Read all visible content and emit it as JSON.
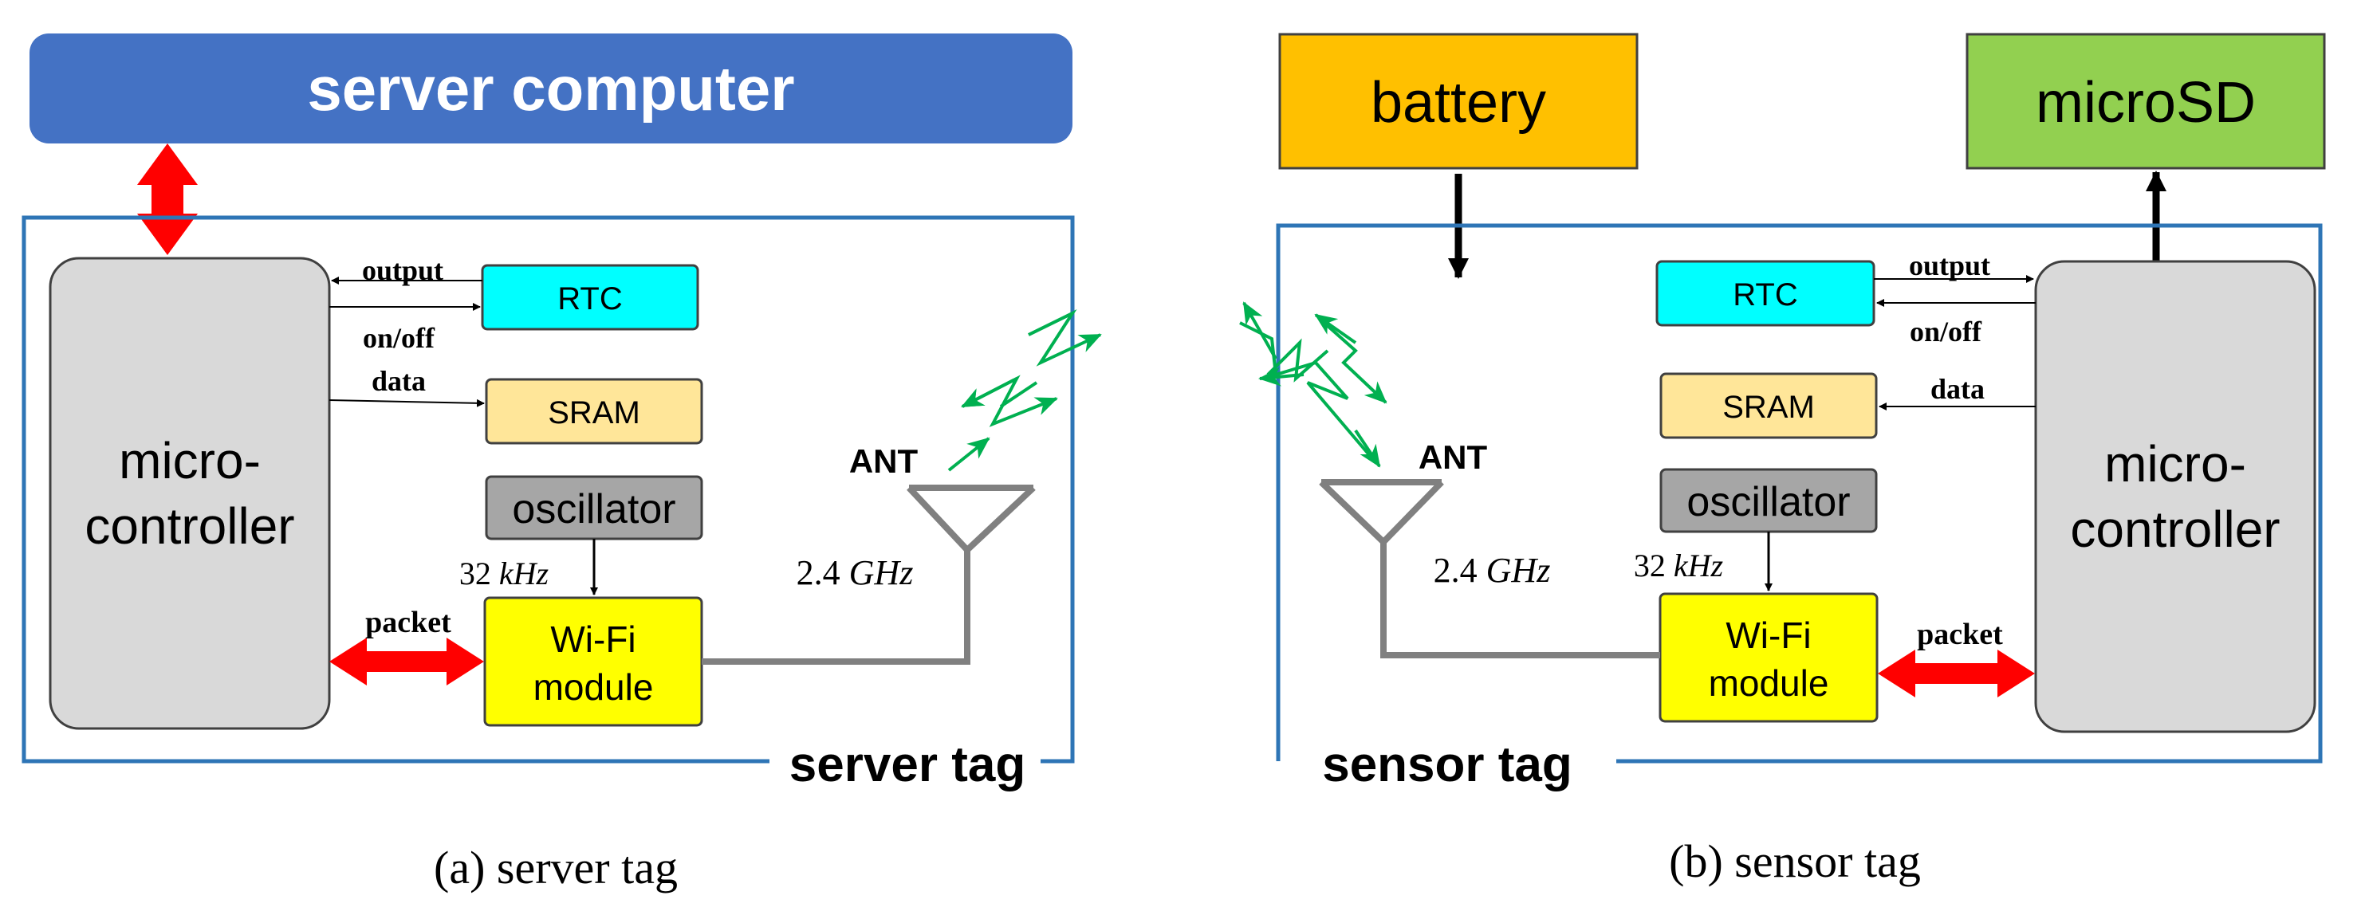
{
  "server_panel": {
    "server_computer": "server computer",
    "microcontroller_line1": "micro-",
    "microcontroller_line2": "controller",
    "rtc": "RTC",
    "sram": "SRAM",
    "oscillator": "oscillator",
    "wifi_line1": "Wi-Fi",
    "wifi_line2": "module",
    "output": "output",
    "on_off": "on/off",
    "data": "data",
    "packet": "packet",
    "freq_khz_num": "32",
    "freq_khz_unit": "kHz",
    "ant": "ANT",
    "freq_ghz_num": "2.4",
    "freq_ghz_unit": "GHz",
    "tag_label": "server tag",
    "caption": "(a) server tag"
  },
  "sensor_panel": {
    "battery": "battery",
    "microsd": "microSD",
    "microcontroller_line1": "micro-",
    "microcontroller_line2": "controller",
    "rtc": "RTC",
    "sram": "SRAM",
    "oscillator": "oscillator",
    "wifi_line1": "Wi-Fi",
    "wifi_line2": "module",
    "output": "output",
    "on_off": "on/off",
    "data": "data",
    "packet": "packet",
    "freq_khz_num": "32",
    "freq_khz_unit": "kHz",
    "ant": "ANT",
    "freq_ghz_num": "2.4",
    "freq_ghz_unit": "GHz",
    "tag_label": "sensor tag",
    "caption": "(b) sensor tag"
  },
  "colors": {
    "server_computer": "#4472C4",
    "battery": "#FFC000",
    "microsd": "#92D050",
    "rtc": "#00FFFF",
    "sram": "#FFE699",
    "oscillator": "#A6A6A6",
    "wifi": "#FFFF00",
    "microcontroller": "#D9D9D9",
    "tag_border": "#2E75B6",
    "packet_arrow": "#FF0000",
    "wireless": "#00B050",
    "antenna": "#808080"
  }
}
